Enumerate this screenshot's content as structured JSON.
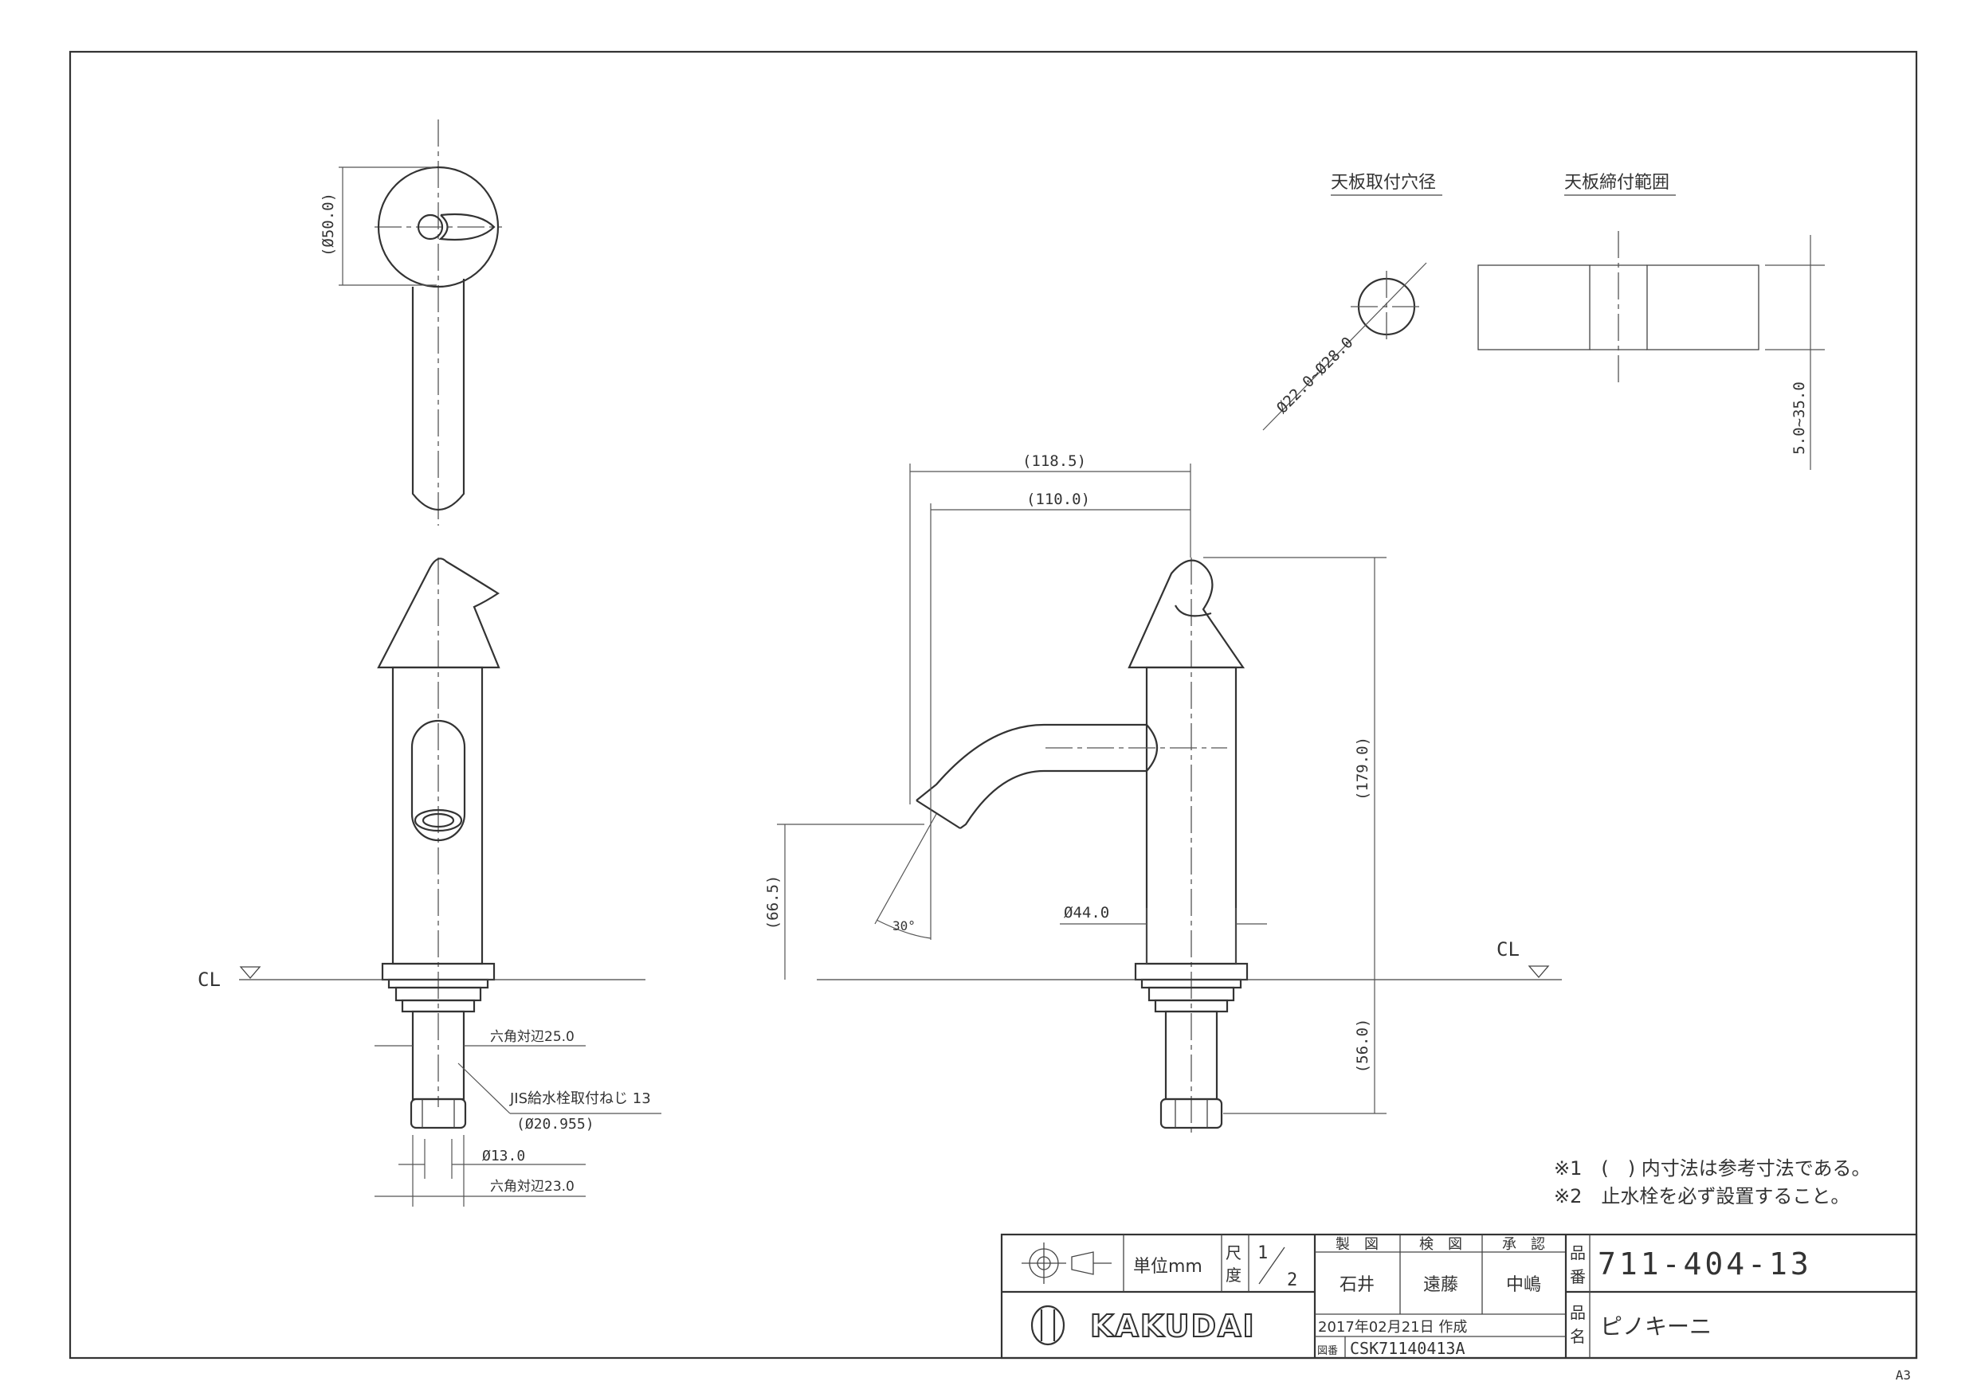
{
  "drawing": {
    "top_view": {
      "dia_label": "(Ø50.0)"
    },
    "front_view": {
      "cl_label": "CL",
      "hex_label_1": "六角対辺25.0",
      "thread_label": "JIS給水栓取付ねじ 13",
      "thread_dia": "(Ø20.955)",
      "dia_13": "Ø13.0",
      "hex_label_2": "六角対辺23.0"
    },
    "side_view": {
      "dim_118": "(118.5)",
      "dim_110": "(110.0)",
      "dim_179": "(179.0)",
      "dim_66": "(66.5)",
      "dim_56": "(56.0)",
      "dia_44": "Ø44.0",
      "angle": "30°",
      "cl_label": "CL"
    },
    "hole": {
      "title": "天板取付穴径",
      "range": "Ø22.0~Ø28.0"
    },
    "thickness": {
      "title": "天板締付範囲",
      "range": "5.0~35.0"
    }
  },
  "notes": [
    "※1　(　) 内寸法は参考寸法である。",
    "※2　止水栓を必ず設置すること。"
  ],
  "title_block": {
    "unit": "単位mm",
    "scale_label_1": "尺",
    "scale_label_2": "度",
    "scale_num": "1",
    "scale_den": "2",
    "role_1": "製　図",
    "role_2": "検　図",
    "role_3": "承　認",
    "name_1": "石井",
    "name_2": "遠藤",
    "name_3": "中嶋",
    "part_no_label_1": "品",
    "part_no_label_2": "番",
    "part_no": "711-404-13",
    "brand": "KAKUDAI",
    "date": "2017年02月21日 作成",
    "drawing_no_label": "図番",
    "drawing_no": "CSK71140413A",
    "name_label_1": "品",
    "name_label_2": "名",
    "product_name": "ピノキーニ"
  },
  "sheet_size": "A3"
}
